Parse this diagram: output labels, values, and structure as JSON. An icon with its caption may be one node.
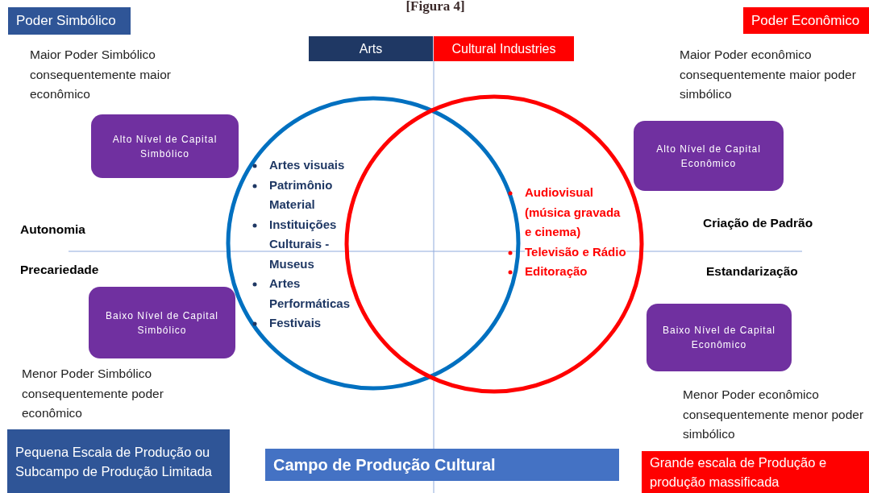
{
  "diagram": {
    "title": "[Figura 4]",
    "nodes": [
      {
        "text": [
          "Poder Simbólico"
        ]
      },
      {
        "text": [
          "Arts"
        ]
      },
      {
        "text": [
          "Cultural Industries"
        ]
      },
      {
        "text": [
          "Poder Econômico"
        ]
      },
      {
        "text": [
          "Alto Nível de Capital Simbólico"
        ]
      },
      {
        "text": [
          "Alto Nível de Capital Econômico"
        ]
      },
      {
        "text": [
          "Artes visuais",
          "Patrimônio Material",
          "Instituições Culturais - Museus",
          "Artes Performáticas",
          "Festivais"
        ]
      },
      {
        "text": [
          "Audiovisual (música gravada e cinema)",
          "Televisão e Rádio",
          "Editoração"
        ]
      },
      {
        "text": [
          "Baixo Nível de Capital Simbólico"
        ]
      },
      {
        "text": [
          "Baixo Nível de Capital Econômico"
        ]
      },
      {
        "text": [
          "Pequena Escala de Produção ou Subcampo de Produção Limitada"
        ]
      },
      {
        "text": [
          "Campo de Produção Cultural"
        ]
      },
      {
        "text": [
          "Grande escala de Produção e produção massificada"
        ]
      }
    ],
    "labels": [
      "Maior Poder Simbólico consequentemente maior econômico",
      "Maior Poder econômico consequentemente maior poder simbólico",
      "Autonomia",
      "Criação de Padrão",
      "Precariedade",
      "Estandarização",
      "Menor Poder Simbólico consequentemente poder econômico",
      "Menor Poder econômico consequentemente menor poder simbólico"
    ]
  }
}
